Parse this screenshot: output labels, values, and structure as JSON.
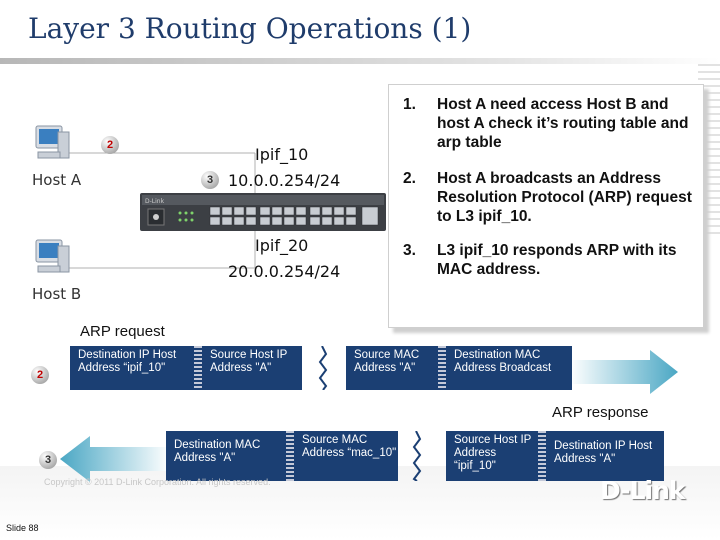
{
  "title": "Layer 3 Routing Operations (1)",
  "diagram": {
    "host_a_label": "Host A",
    "host_b_label": "Host B",
    "badge_step2": "2",
    "badge_step3": "3",
    "ipif10_name": "Ipif_10",
    "ipif10_addr": "10.0.0.254/24",
    "ipif20_name": "Ipif_20",
    "ipif20_addr": "20.0.0.254/24"
  },
  "steps": [
    {
      "num": "1.",
      "text": "Host A need access Host B and host A check it’s routing table and arp table"
    },
    {
      "num": "2.",
      "text": "Host A broadcasts an Address Resolution Protocol (ARP) request to L3 ipif_10."
    },
    {
      "num": "3.",
      "text": "L3 ipif_10 responds ARP with its MAC address."
    }
  ],
  "arp_request": {
    "label": "ARP request",
    "badge": "2",
    "fields": [
      "Destination IP Host Address “ipif_10\"",
      "Source Host IP Address \"A\"",
      "Source MAC Address \"A\"",
      "Destination MAC Address Broadcast"
    ]
  },
  "arp_response": {
    "label": "ARP response",
    "badge": "3",
    "fields": [
      "Destination MAC Address \"A\"",
      "Source MAC Address “mac_10\"",
      "Source Host IP Address “ipif_10\"",
      "Destination IP Host Address \"A\""
    ]
  },
  "footer": {
    "copyright": "Copyright © 2011 D-Link Corporation. All rights reserved.",
    "slide": "Slide 88",
    "logo": "D-Link"
  },
  "colors": {
    "title": "#1f3c6b",
    "packet_fill": "#1b3f73",
    "arrow_fill": "#4aa7c4",
    "badge_red": "#c00000"
  },
  "icons": [
    "computer-icon",
    "switch-icon",
    "arrow-right-icon",
    "arrow-left-icon"
  ]
}
